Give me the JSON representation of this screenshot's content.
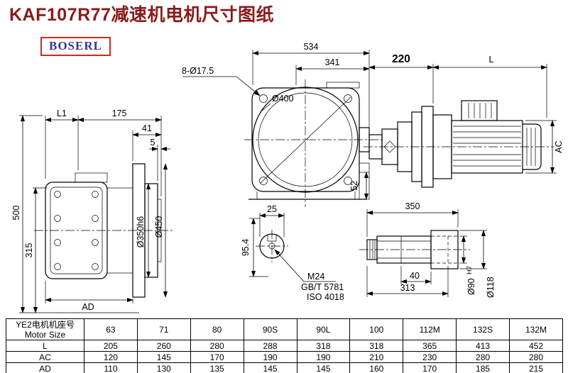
{
  "page": {
    "title": "KAF107R77减速机电机尺寸图纸",
    "brand": "BOSERL"
  },
  "drawing": {
    "side_view": {
      "l1": "L1",
      "d175": "175",
      "d41": "41",
      "d5": "5",
      "d500": "500",
      "d315": "315",
      "ad": "AD",
      "d350": "Ø350h6",
      "d450": "Ø450"
    },
    "front_view": {
      "d534": "534",
      "d341": "341",
      "holes": "8-Ø17.5",
      "d400": "Ø400",
      "d52": "52"
    },
    "motor_view": {
      "d220": "220",
      "l": "L",
      "ac": "AC"
    },
    "shaft_end_view": {
      "d25": "25",
      "d95": "95.4",
      "m24": "M24",
      "gbt": "GB/T 5781",
      "iso": "ISO 4018"
    },
    "shaft_detail": {
      "d350": "350",
      "d40": "40",
      "d313": "313",
      "d90": "Ø90",
      "d90_tol": "H7",
      "d118": "Ø118"
    }
  },
  "table": {
    "header_line1": "YE2电机机座号",
    "header_line2": "Motor Size",
    "sizes": [
      "63",
      "71",
      "80",
      "90S",
      "90L",
      "100",
      "112M",
      "132S",
      "132M"
    ],
    "rows": [
      {
        "label": "L",
        "values": [
          "205",
          "260",
          "280",
          "288",
          "318",
          "318",
          "365",
          "413",
          "452"
        ]
      },
      {
        "label": "AC",
        "values": [
          "120",
          "145",
          "170",
          "190",
          "190",
          "210",
          "230",
          "280",
          "280"
        ]
      },
      {
        "label": "AD",
        "values": [
          "110",
          "130",
          "135",
          "145",
          "145",
          "160",
          "170",
          "185",
          "215"
        ]
      }
    ]
  }
}
